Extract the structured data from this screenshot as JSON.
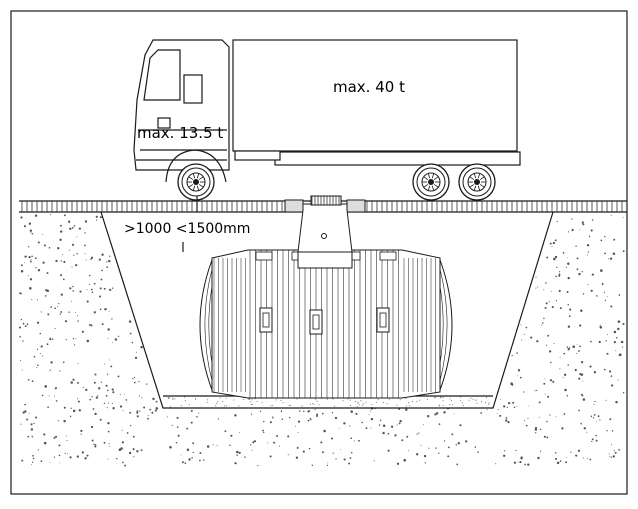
{
  "diagram": {
    "labels": {
      "total_load": "max. 40 t",
      "axle_load": "max. 13.5 t",
      "cover_depth": ">1000 <1500mm"
    },
    "colors": {
      "line": "#1a1a1a",
      "background": "#ffffff",
      "soil_speckle": "#555555",
      "hatch": "#333333"
    }
  }
}
